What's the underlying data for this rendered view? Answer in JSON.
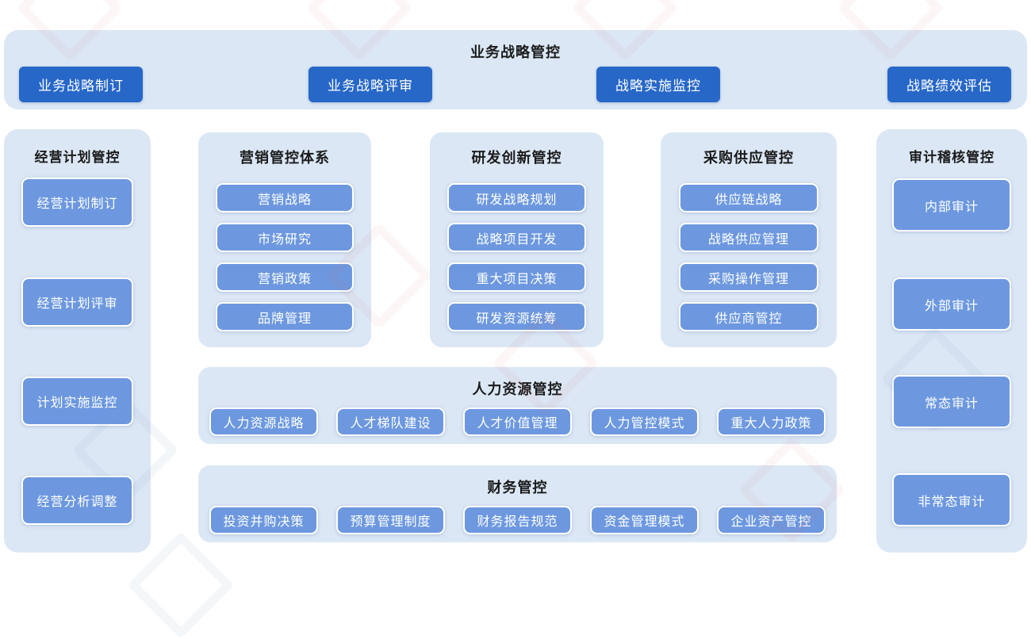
{
  "colors": {
    "panel_bg": "#dbe7f5",
    "primary_button_bg": "#2767c8",
    "item_button_bg": "#6d98e0",
    "item_button_border": "#ffffff",
    "title_text": "#1b1b1b",
    "button_text": "#ffffff",
    "watermark_pink": "#f6e7e7",
    "watermark_blue": "#e3ebf3"
  },
  "top_section": {
    "title": "业务战略管控",
    "buttons": [
      "业务战略制订",
      "业务战略评审",
      "战略实施监控",
      "战略绩效评估"
    ]
  },
  "left_column": {
    "title": "经营计划管控",
    "items": [
      "经营计划制订",
      "经营计划评审",
      "计划实施监控",
      "经营分析调整"
    ]
  },
  "middle_columns": [
    {
      "title": "营销管控体系",
      "items": [
        "营销战略",
        "市场研究",
        "营销政策",
        "品牌管理"
      ]
    },
    {
      "title": "研发创新管控",
      "items": [
        "研发战略规划",
        "战略项目开发",
        "重大项目决策",
        "研发资源统筹"
      ]
    },
    {
      "title": "采购供应管控",
      "items": [
        "供应链战略",
        "战略供应管理",
        "采购操作管理",
        "供应商管控"
      ]
    }
  ],
  "hr_section": {
    "title": "人力资源管控",
    "items": [
      "人力资源战略",
      "人才梯队建设",
      "人才价值管理",
      "人力管控模式",
      "重大人力政策"
    ]
  },
  "finance_section": {
    "title": "财务管控",
    "items": [
      "投资并购决策",
      "预算管理制度",
      "财务报告规范",
      "资金管理模式",
      "企业资产管控"
    ]
  },
  "right_column": {
    "title": "审计稽核管控",
    "items": [
      "内部审计",
      "外部审计",
      "常态审计",
      "非常态审计"
    ]
  }
}
